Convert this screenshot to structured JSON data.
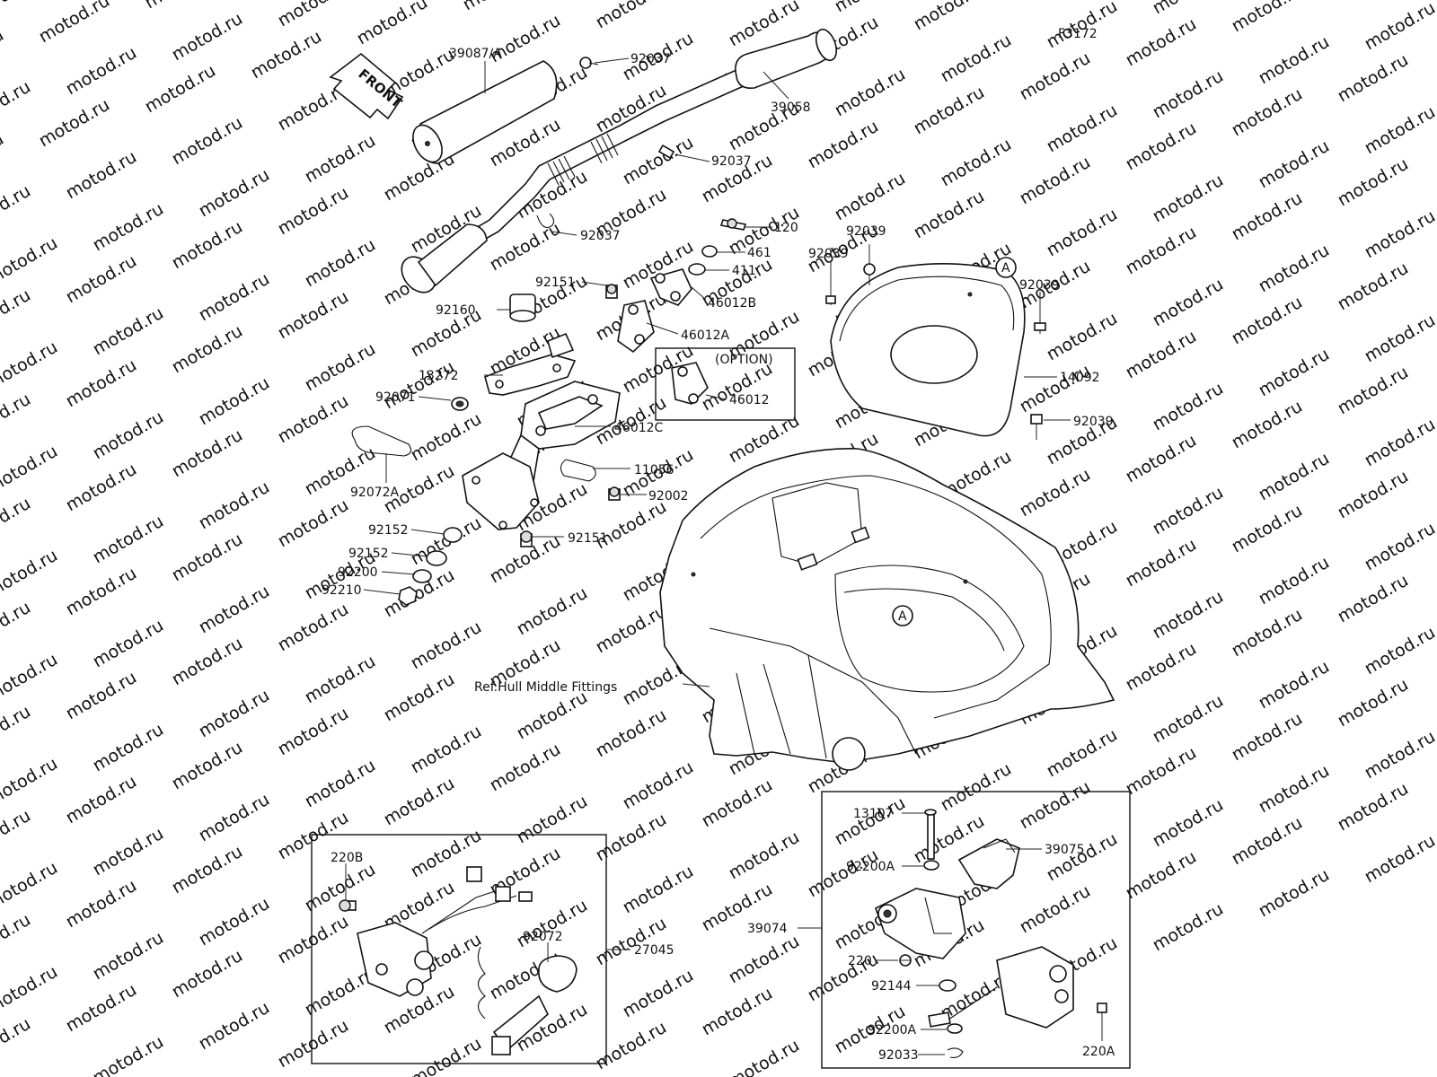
{
  "figure_code": "F3172",
  "direction_label": "FRONT",
  "option_label": "(OPTION)",
  "watermark": "motod.ru",
  "callout_letter": "A",
  "reference_label": "Ref.Hull Middle Fittings",
  "parts": {
    "p39087A": "39087/A",
    "p92037a": "92037",
    "p39058": "39058",
    "p92037b": "92037",
    "p92037c": "92037",
    "p120": "120",
    "p461": "461",
    "p411": "411",
    "p46012B": "46012B",
    "p92151a": "92151",
    "p92160": "92160",
    "p46012A": "46012A",
    "p46012": "46012",
    "p13272": "13272",
    "p92071": "92071",
    "p46012C": "46012C",
    "p11056": "11056",
    "p92072A": "92072A",
    "p92002": "92002",
    "p92152a": "92152",
    "p92151b": "92151",
    "p92152b": "92152",
    "p92200": "92200",
    "p92210": "92210",
    "p92039a": "92039",
    "p92039b": "92039",
    "p92039c": "92039",
    "p14092": "14092",
    "p92039d": "92039",
    "p220B": "220B",
    "p92072": "92072",
    "p27045": "27045",
    "p13107": "13107",
    "p39075": "39075",
    "p92200A_a": "92200A",
    "p39074": "39074",
    "p220": "220",
    "p92144": "92144",
    "p92200A_b": "92200A",
    "p92033": "92033",
    "p220A": "220A"
  }
}
